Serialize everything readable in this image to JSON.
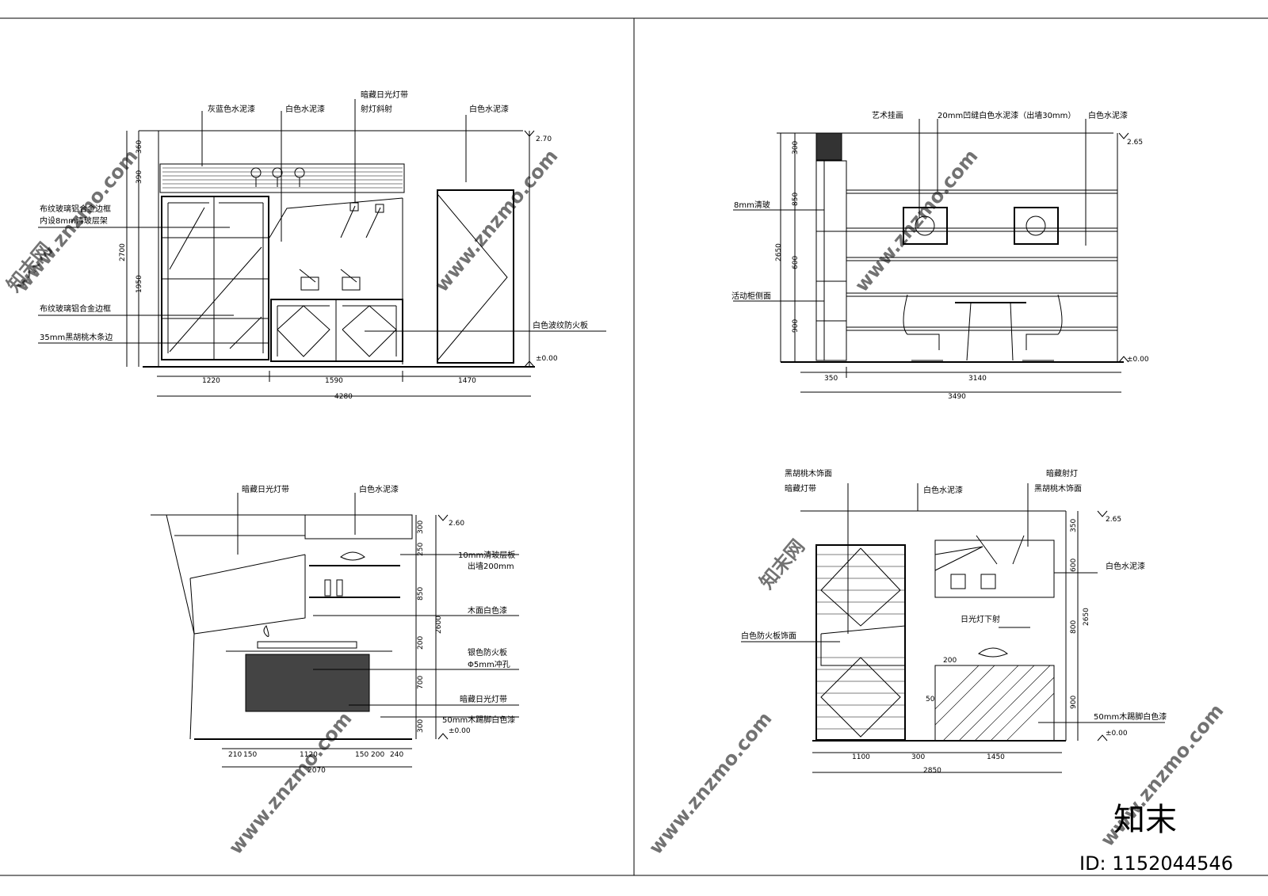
{
  "elevation_tl": {
    "labels": {
      "grey_blue_paint": "灰蓝色水泥漆",
      "white_paint_1": "白色水泥漆",
      "hidden_light_strip": "暗藏日光灯带",
      "spot_oblique": "射灯斜射",
      "white_paint_2": "白色水泥漆",
      "glass_frame_l1": "布纹玻璃铝合金边框",
      "glass_frame_l2": "内设8mm清玻层架",
      "glass_frame_2": "布纹玻璃铝合金边框",
      "walnut_strip": "35mm黑胡桃木条边",
      "wave_board": "白色波纹防火板"
    },
    "levels": {
      "top": "2.70",
      "zero": "±0.00"
    },
    "dims_v": {
      "d360": "360",
      "d390": "390",
      "d1950": "1950",
      "d2700": "2700"
    },
    "dims_h": {
      "d1220": "1220",
      "d1590": "1590",
      "d1470": "1470",
      "d4280": "4280"
    }
  },
  "elevation_tr": {
    "labels": {
      "art_frame": "艺术挂画",
      "groove_paint": "20mm凹缝白色水泥漆（出墙30mm）",
      "white_paint": "白色水泥漆",
      "clear_glass": "8mm清玻",
      "movable_cabinet": "活动柜侧面"
    },
    "levels": {
      "top": "2.65",
      "zero": "±0.00"
    },
    "dims_v": {
      "d300": "300",
      "d850": "850",
      "d600": "600",
      "d900": "900",
      "d2650": "2650"
    },
    "dims_h": {
      "d350": "350",
      "d3140": "3140",
      "d3490": "3490"
    }
  },
  "elevation_bl": {
    "labels": {
      "hidden_light": "暗藏日光灯带",
      "white_paint": "白色水泥漆",
      "glass_shelf_1": "10mm清玻层板",
      "glass_shelf_2": "出墙200mm",
      "wood_white": "木面白色漆",
      "silver_board": "银色防火板",
      "punch_hole": "Φ5mm冲孔",
      "hidden_light_2": "暗藏日光灯带",
      "skirting": "50mm木踢脚白色漆"
    },
    "levels": {
      "top": "2.60",
      "zero": "±0.00"
    },
    "dims_v": {
      "d300": "300",
      "d250": "250",
      "d850": "850",
      "d200": "200",
      "d700": "700",
      "d300b": "300",
      "d2600": "2600"
    },
    "dims_h": {
      "d210": "210",
      "d150": "150",
      "d1120": "1120",
      "d150b": "150",
      "d200": "200",
      "d240": "240",
      "d2070": "2070"
    }
  },
  "elevation_br": {
    "labels": {
      "walnut_face": "黑胡桃木饰面",
      "hidden_strip": "暗藏灯带",
      "white_paint": "白色水泥漆",
      "hidden_spot": "暗藏射灯",
      "walnut_face_2": "黑胡桃木饰面",
      "white_paint_2": "白色水泥漆",
      "fluor_down": "日光灯下射",
      "white_fire_board": "白色防火板饰面",
      "skirting": "50mm木踢脚白色漆"
    },
    "levels": {
      "top": "2.65",
      "zero": "±0.00"
    },
    "dims_v": {
      "d350": "350",
      "d600": "600",
      "d800": "800",
      "d900": "900",
      "d2650": "2650"
    },
    "inner": {
      "d200": "200",
      "d50": "50"
    },
    "dims_h": {
      "d1100": "1100",
      "d300": "300",
      "d1450": "1450",
      "d2850": "2850"
    }
  },
  "watermark": {
    "site": "www.znzmo.com",
    "brand_cn": "知末网",
    "logo": "知末",
    "id": "ID: 1152044546"
  }
}
